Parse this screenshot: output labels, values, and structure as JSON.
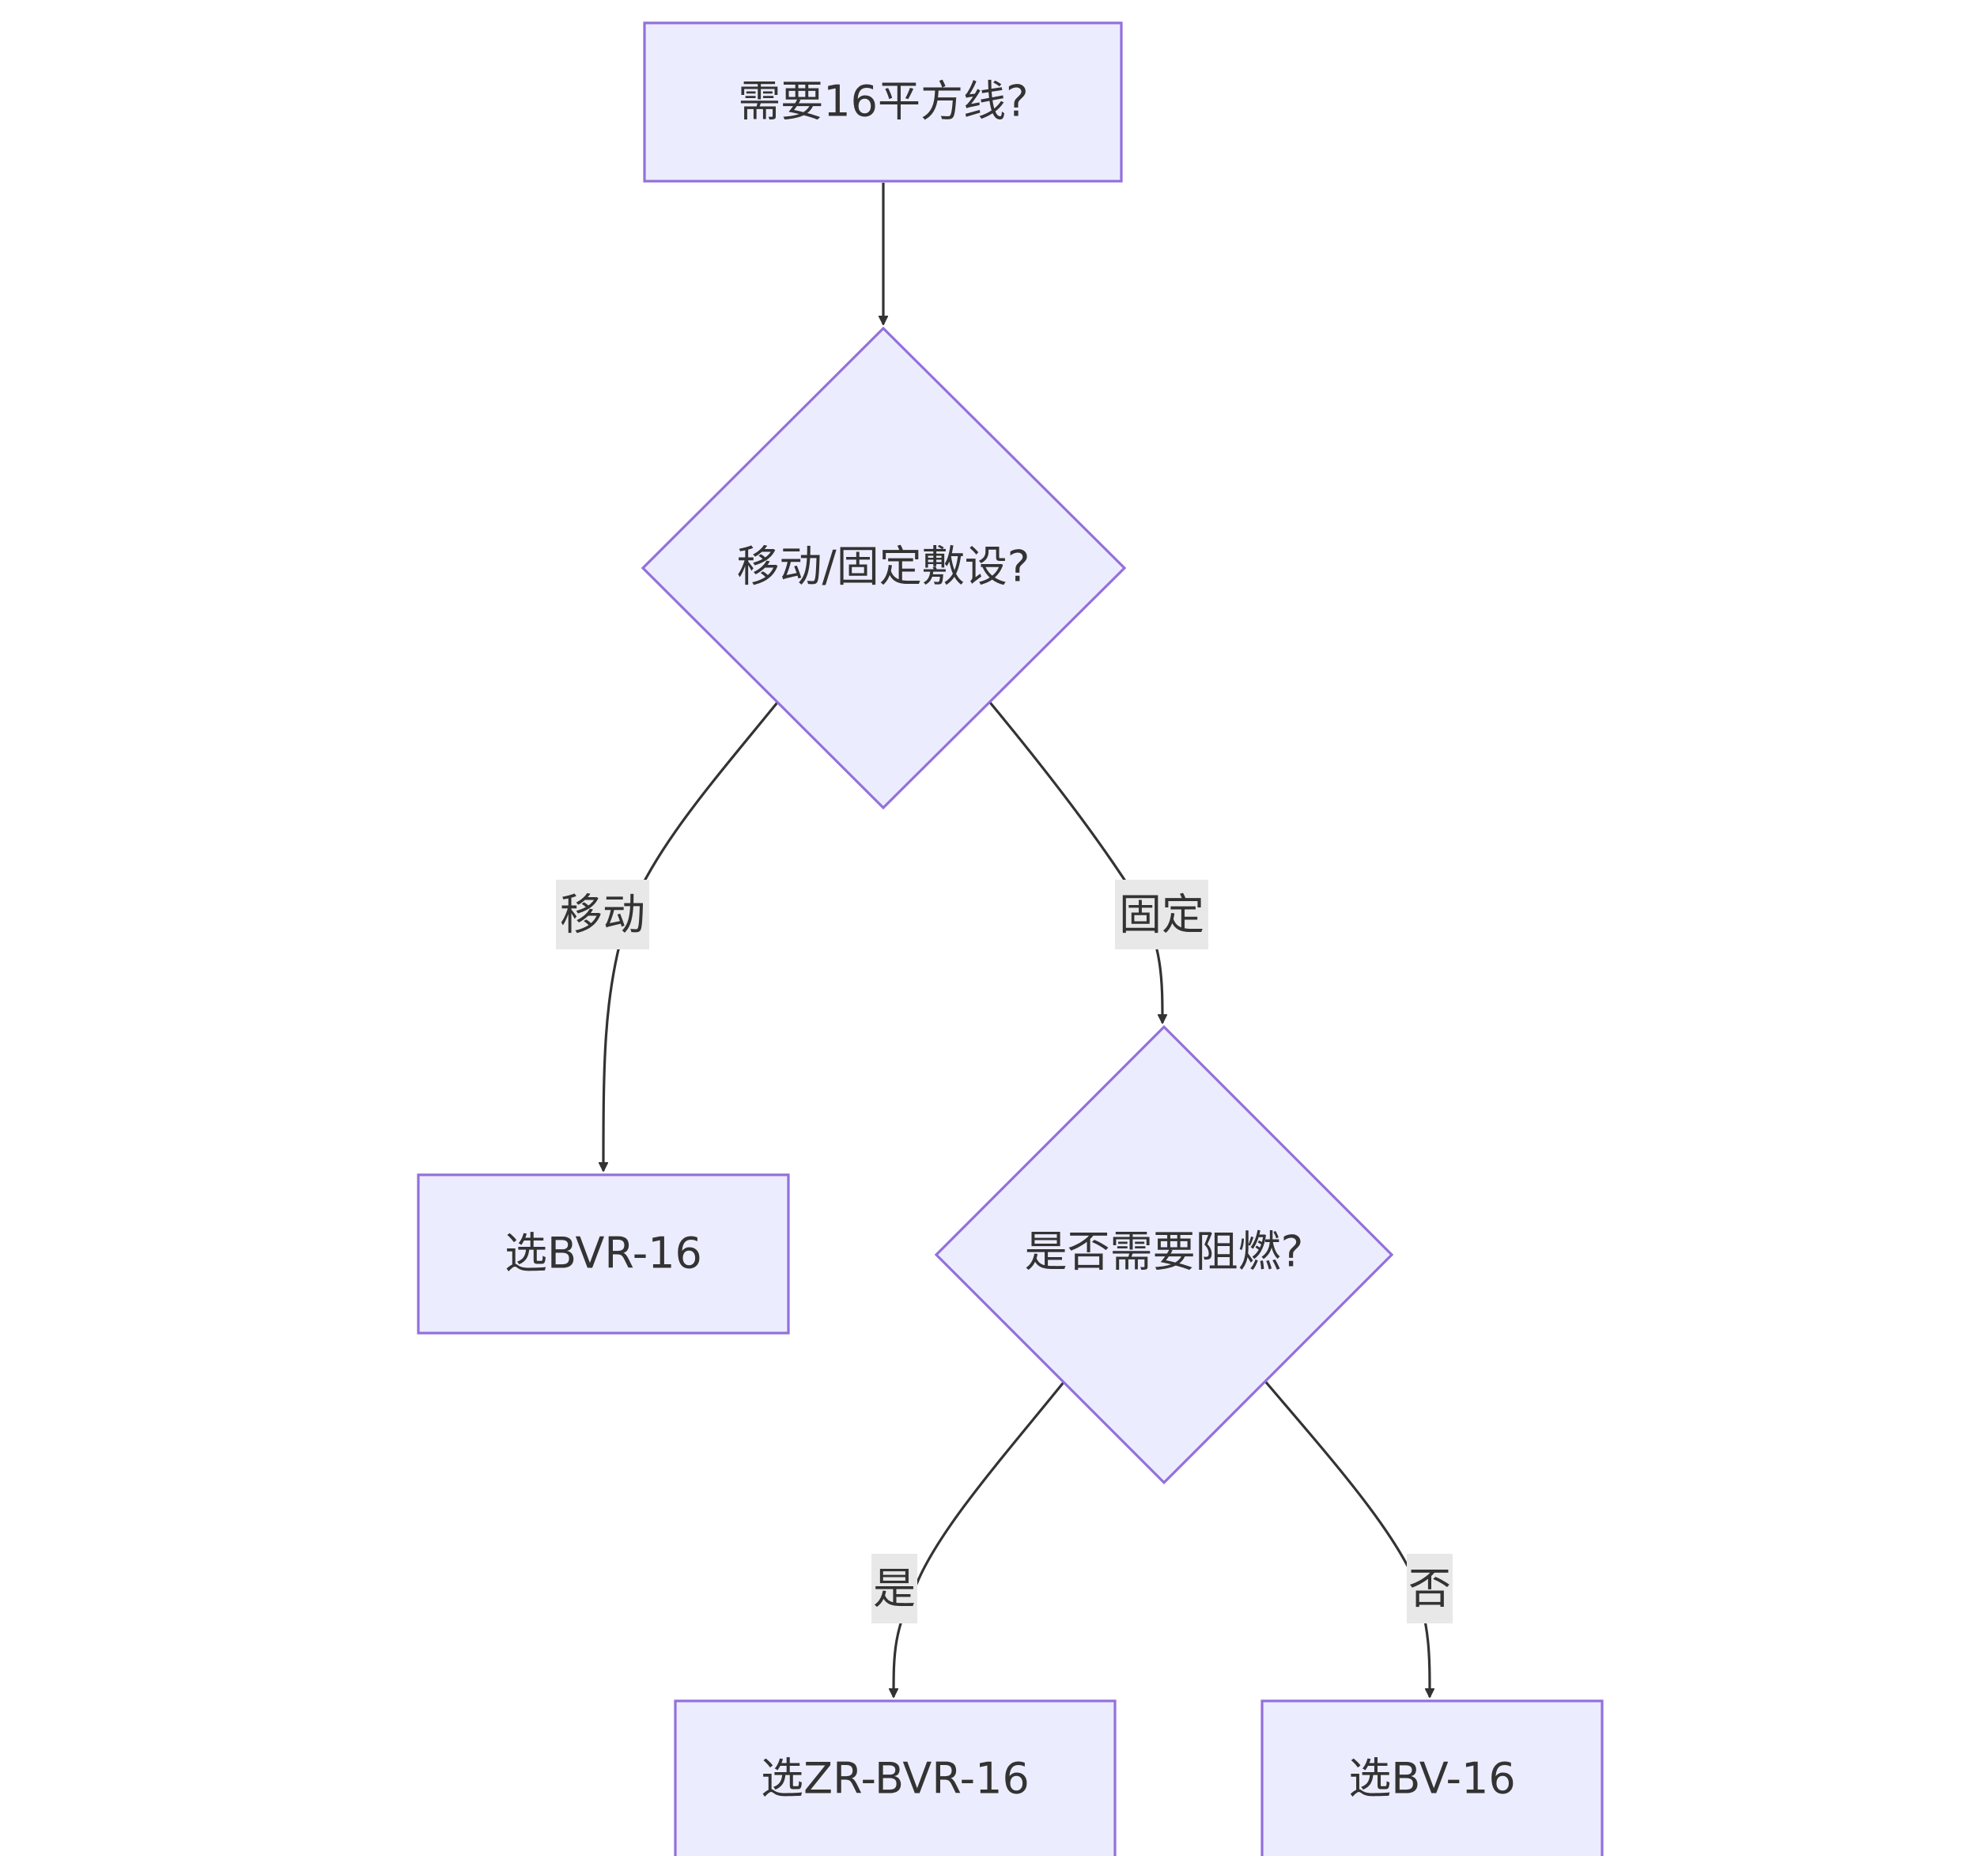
{
  "diagram": {
    "type": "flowchart",
    "direction": "top-down",
    "nodes": {
      "need_16": {
        "label": "需要16平方线?",
        "shape": "rectangle"
      },
      "install_type": {
        "label": "移动/固定敷设?",
        "shape": "diamond"
      },
      "flame_retardant": {
        "label": "是否需要阻燃?",
        "shape": "diamond"
      },
      "choose_bvr": {
        "label": "选BVR-16",
        "shape": "rectangle"
      },
      "choose_zr_bvr": {
        "label": "选ZR-BVR-16",
        "shape": "rectangle"
      },
      "choose_bv": {
        "label": "选BV-16",
        "shape": "rectangle"
      }
    },
    "edges": {
      "need_to_install": {
        "from": "需要16平方线?",
        "to": "移动/固定敷设?",
        "label": ""
      },
      "install_mobile": {
        "from": "移动/固定敷设?",
        "to": "选BVR-16",
        "label": "移动"
      },
      "install_fixed": {
        "from": "移动/固定敷设?",
        "to": "是否需要阻燃?",
        "label": "固定"
      },
      "flame_yes": {
        "from": "是否需要阻燃?",
        "to": "选ZR-BVR-16",
        "label": "是"
      },
      "flame_no": {
        "from": "是否需要阻燃?",
        "to": "选BV-16",
        "label": "否"
      }
    },
    "colors": {
      "node_fill": "#ECECFF",
      "node_stroke": "#9370DB",
      "edge_stroke": "#333333",
      "edge_label_bg": "#e8e8e8",
      "text": "#333333"
    }
  }
}
